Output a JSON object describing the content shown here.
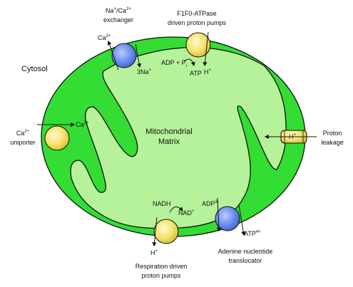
{
  "labels": {
    "cytosol": "Cytosol",
    "matrix_line1": "Mitochondrial",
    "matrix_line2": "Matrix",
    "exchanger_line1": "Na",
    "exchanger_line1_sup1": "+",
    "exchanger_line1_mid": "/Ca",
    "exchanger_line1_sup2": "2+",
    "exchanger_line2": "exchanger",
    "atpase_line1": "F1F0-ATPase",
    "atpase_line2": "driven proton pumps",
    "uniporter_line1": "Ca",
    "uniporter_line1_sup": "2+",
    "uniporter_line2": "uniporter",
    "leakage_line1": "Proton",
    "leakage_line2": "leakage",
    "respiration_line1": "Respiration driven",
    "respiration_line2": "proton pumps",
    "translocator_line1": "Adenine nucleotide",
    "translocator_line2": "translocator"
  },
  "species": {
    "ca_top": "Ca",
    "ca_top_sup": "2+",
    "na_in": "3Na",
    "na_in_sup": "+",
    "adp_pi": "ADP + P",
    "adp_pi_sub": "i",
    "atp_top": "ATP",
    "h_top": "H",
    "h_top_sup": "+",
    "ca_left": "Ca",
    "ca_left_sup": "2+",
    "h_leak": "H",
    "h_leak_sup": "+",
    "nadh": "NADH",
    "nad": "NAD",
    "nad_sup": "+",
    "h_bottom": "H",
    "h_bottom_sup": "+",
    "adp3": "ADP",
    "adp3_sup": "3-",
    "atp4": "ATP",
    "atp4_sup": "4+"
  },
  "colors": {
    "outer_membrane": "#33dd33",
    "matrix": "#b6f29a",
    "stroke": "#111111",
    "yellow_protein": "#f3e26b",
    "blue_protein": "#6d8df0"
  }
}
